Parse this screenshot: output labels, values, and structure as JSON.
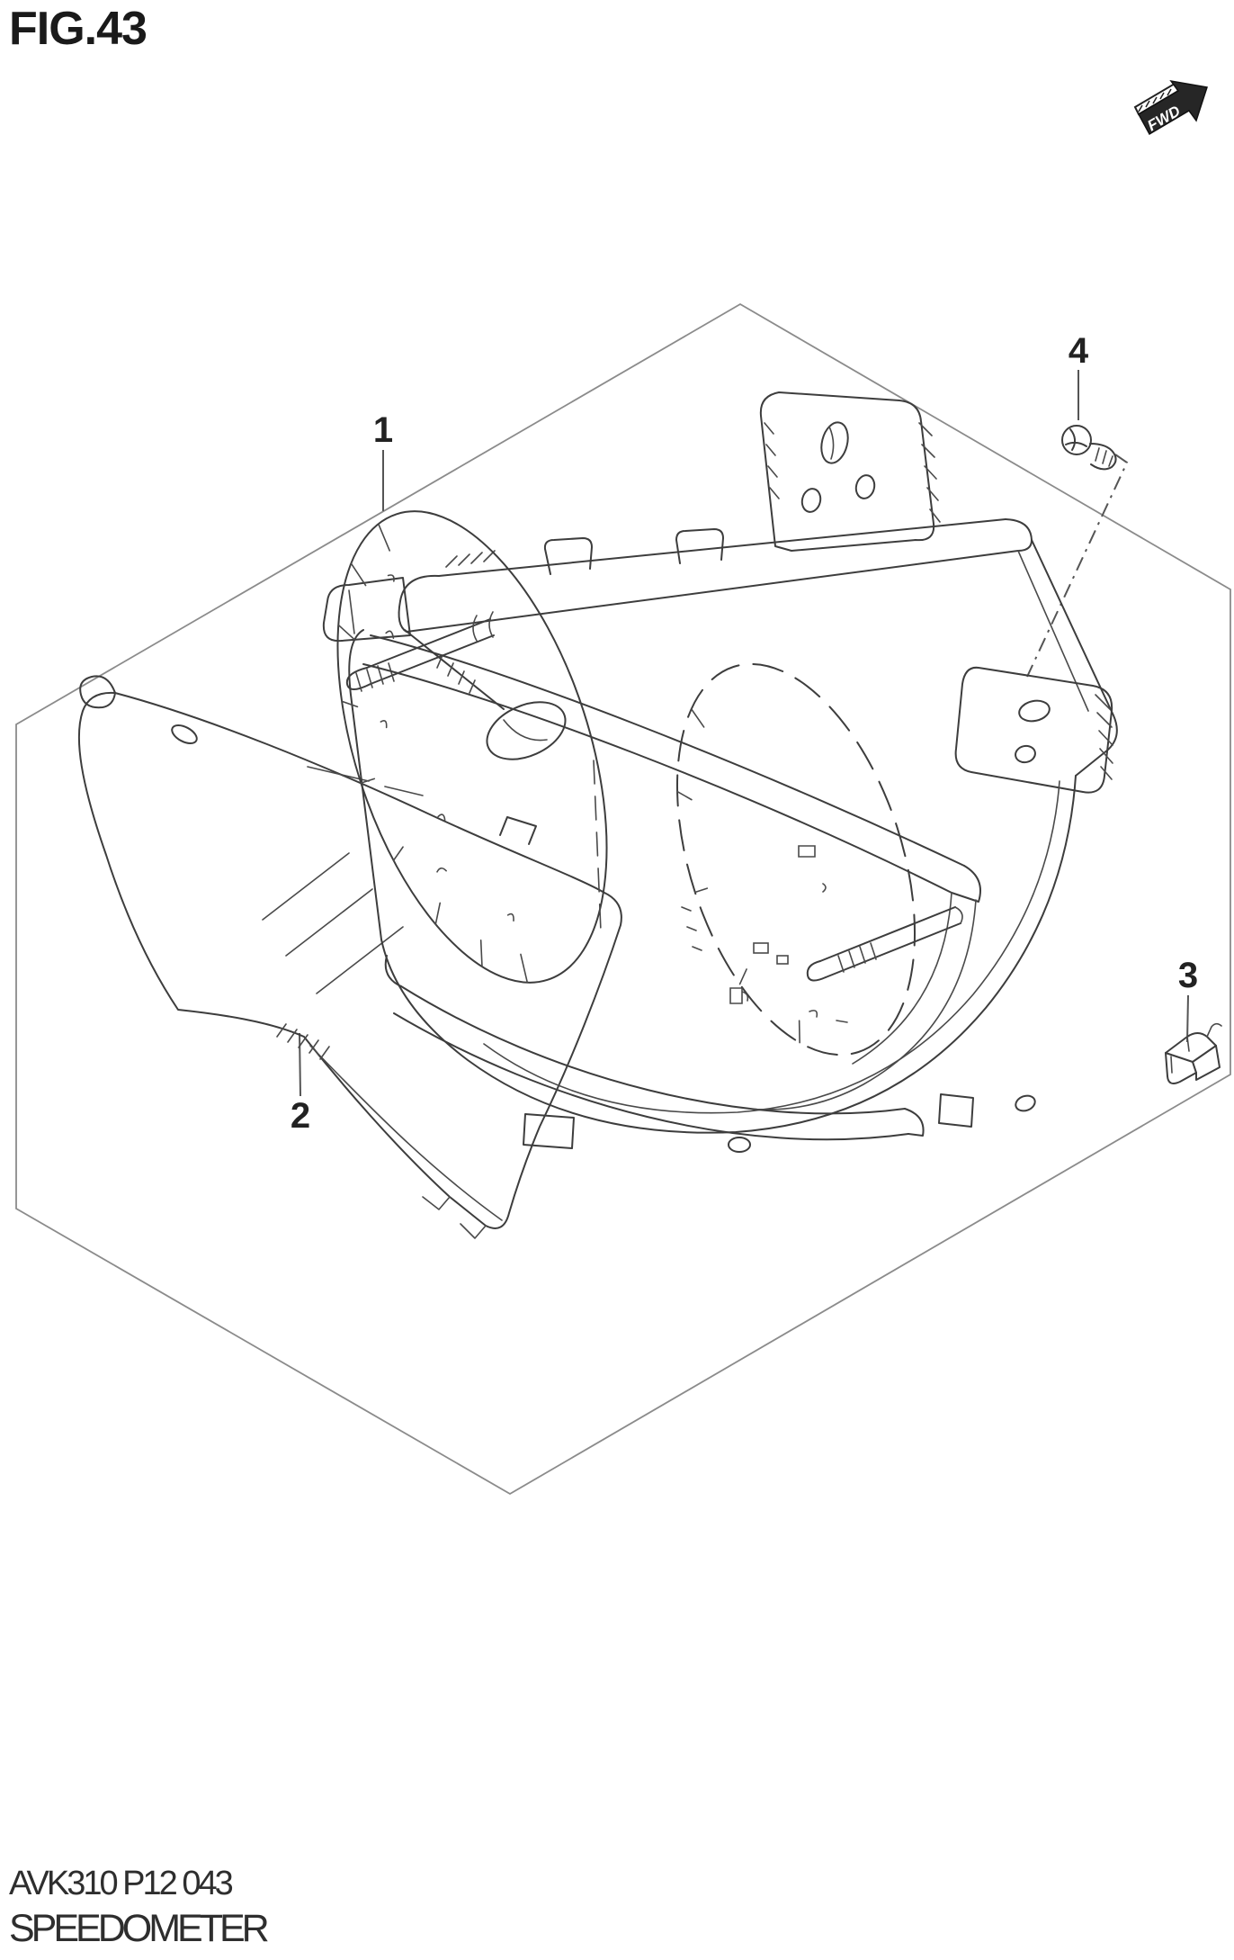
{
  "page": {
    "title": "FIG.43"
  },
  "figure": {
    "fwd_label": "FWD"
  },
  "parts": [
    {
      "label": "1"
    },
    {
      "label": "2"
    },
    {
      "label": "3"
    },
    {
      "label": "4"
    }
  ],
  "footer": {
    "code": "AVK310 P12 043",
    "caption": "SPEEDOMETER"
  },
  "colors": {
    "line": "#3d3d3d",
    "border": "#8b8b8b",
    "label": "#222222",
    "arrow_fill": "#262626",
    "background": "#ffffff"
  }
}
